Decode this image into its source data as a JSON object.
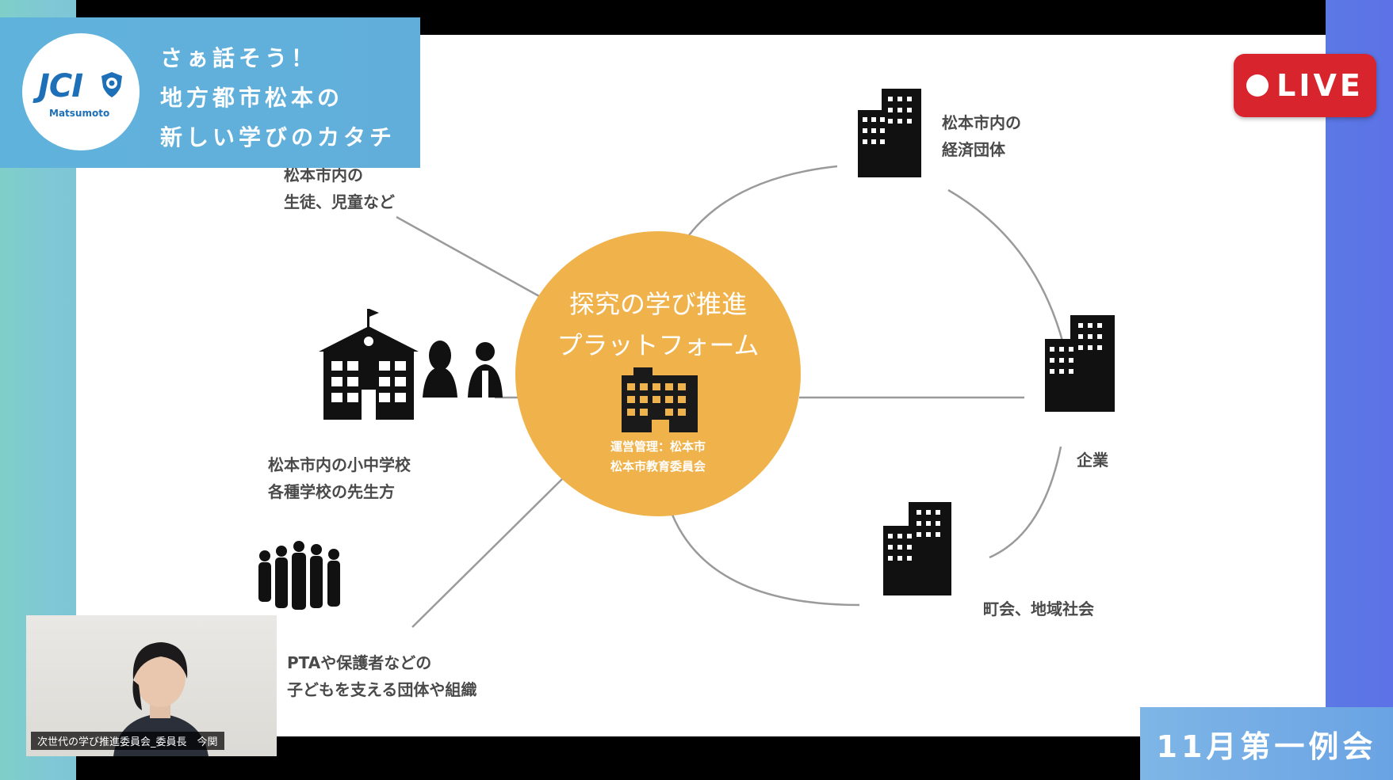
{
  "header": {
    "logo_text": "JCI",
    "logo_city": "Matsumoto",
    "title_lines": [
      "さぁ話そう！",
      "地方都市松本の",
      "新しい学びのカタチ"
    ]
  },
  "live_badge": {
    "label": "LIVE",
    "color": "#d8242d"
  },
  "event": {
    "label": "11月第一例会"
  },
  "webcam": {
    "caption": "次世代の学び推進委員会_委員長　今関"
  },
  "slide": {
    "hub": {
      "title_lines": [
        "探究の学び推進",
        "プラットフォーム"
      ],
      "management_lines": [
        "運営管理：松本市",
        "松本市教育委員会"
      ],
      "color": "#f0b24a",
      "icon": "building-icon"
    },
    "nodes": {
      "students": [
        "松本市内の",
        "生徒、児童など"
      ],
      "schools": [
        "松本市内の小中学校",
        "各種学校の先生方"
      ],
      "pta": [
        "PTAや保護者などの",
        "子どもを支える団体や組織"
      ],
      "economic": [
        "松本市内の",
        "経済団体"
      ],
      "companies": [
        "企業"
      ],
      "community": [
        "町会、地域社会"
      ]
    },
    "icons": [
      "school-icon",
      "people-icon",
      "crowd-icon",
      "office-building-icon"
    ]
  }
}
